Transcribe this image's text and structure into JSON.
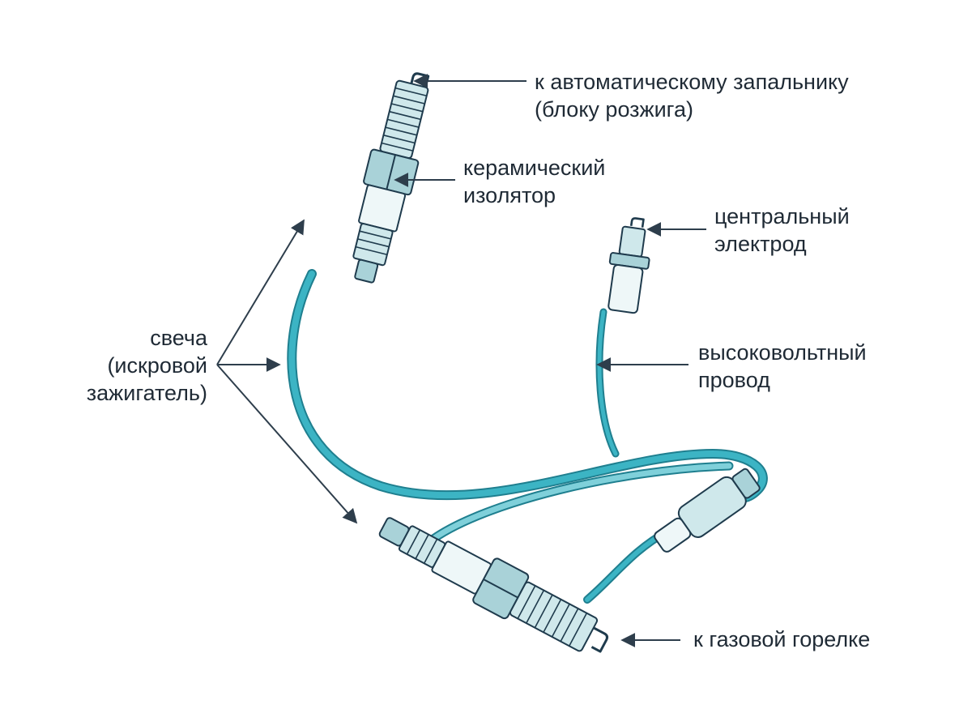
{
  "colors": {
    "ink": "#1f3b4d",
    "wire": "#3cb4c4",
    "wire_dark": "#1f7f8f",
    "metal": "#cfe8eb",
    "metal_shade": "#a9d2d8",
    "insulator": "#eef7f8",
    "arrow": "#2e3e4c",
    "text": "#1f2a35"
  },
  "labels": {
    "ignitor_unit": {
      "line1": "к автоматическому запальнику",
      "line2": "(блоку розжига)"
    },
    "ceramic_insulator": {
      "line1": "керамический",
      "line2": "изолятор"
    },
    "central_electrode": {
      "line1": "центральный",
      "line2": "электрод"
    },
    "spark_plug": {
      "line1": "свеча",
      "line2": "(искровой",
      "line3": "зажигатель)"
    },
    "high_voltage_wire": {
      "line1": "высоковольтный",
      "line2": "провод"
    },
    "gas_burner": {
      "line1": "к газовой горелке"
    }
  }
}
